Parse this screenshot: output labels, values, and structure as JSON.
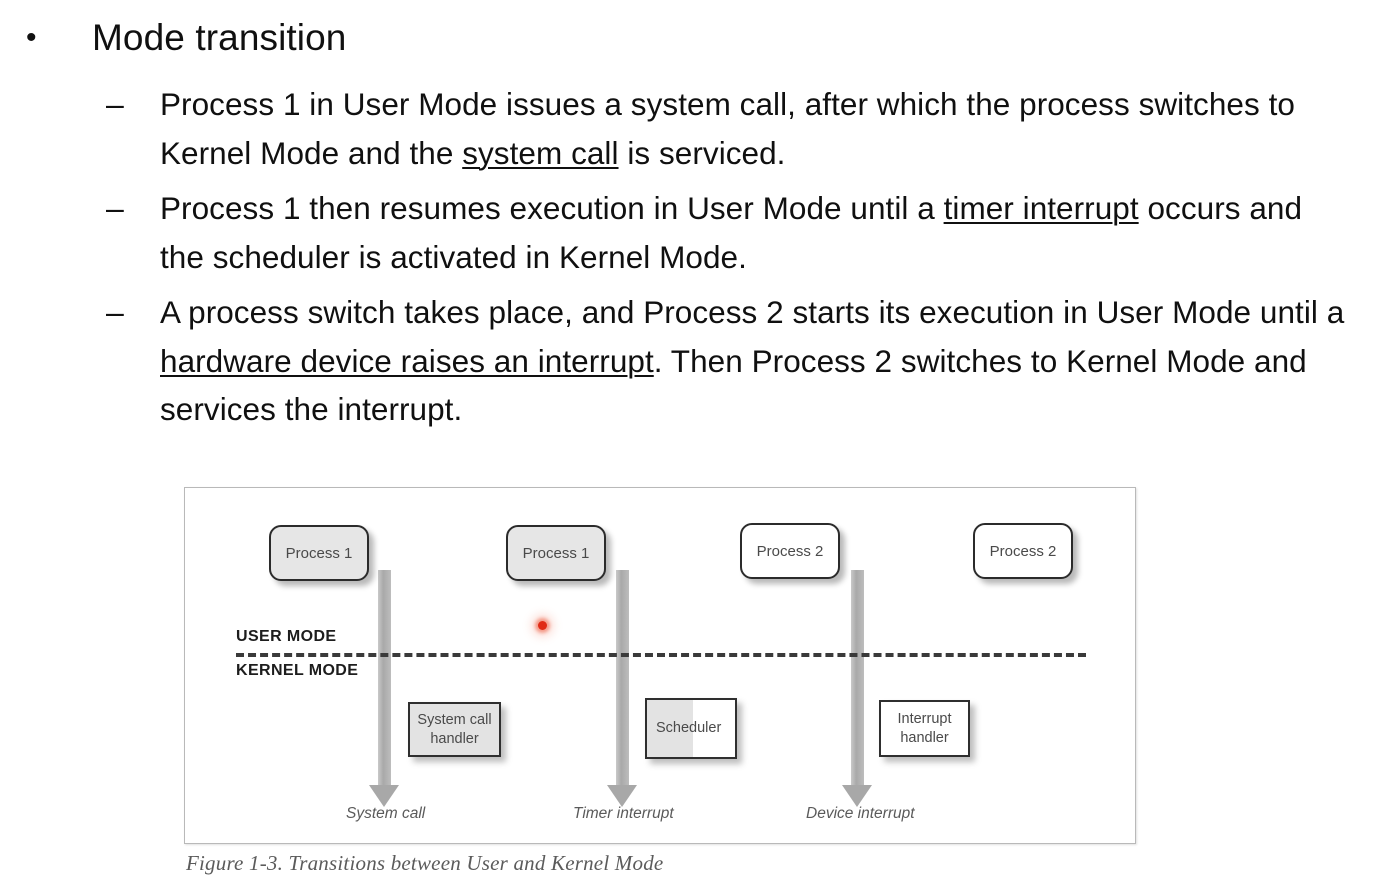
{
  "slide": {
    "title_bullet_marker": "•",
    "title": "Mode transition",
    "sub_marker": "–",
    "bullets": [
      {
        "segments": [
          {
            "text": "Process 1 in User Mode issues a system call, after which the process switches to Kernel Mode and the ",
            "underline": false
          },
          {
            "text": "system call",
            "underline": true
          },
          {
            "text": " is serviced.",
            "underline": false
          }
        ]
      },
      {
        "segments": [
          {
            "text": "Process 1 then resumes execution in User Mode until a ",
            "underline": false
          },
          {
            "text": "timer interrupt",
            "underline": true
          },
          {
            "text": " occurs and the scheduler is activated in Kernel Mode.",
            "underline": false
          }
        ]
      },
      {
        "segments": [
          {
            "text": "A process switch takes place, and Process 2 starts its execution in User Mode until a ",
            "underline": false
          },
          {
            "text": "hardware device raises an interrupt",
            "underline": true
          },
          {
            "text": ". Then Process 2 switches to Kernel Mode and services the interrupt.",
            "underline": false
          }
        ]
      }
    ]
  },
  "figure": {
    "caption": "Figure 1-3. Transitions between User and Kernel Mode",
    "mode_labels": {
      "user": "USER MODE",
      "kernel": "KERNEL MODE"
    },
    "process_boxes": [
      {
        "label": "Process 1",
        "fill": "gray"
      },
      {
        "label": "Process 1",
        "fill": "gray"
      },
      {
        "label": "Process 2",
        "fill": "white"
      },
      {
        "label": "Process 2",
        "fill": "white"
      }
    ],
    "handler_boxes": [
      {
        "label_line1": "System call",
        "label_line2": "handler",
        "fill": "gray"
      },
      {
        "label_line1": "Scheduler",
        "label_line2": "",
        "fill": "half-gray"
      },
      {
        "label_line1": "Interrupt",
        "label_line2": "handler",
        "fill": "white"
      }
    ],
    "arrow_captions": [
      "System call",
      "Timer interrupt",
      "Device interrupt"
    ],
    "pointer_marker": {
      "name": "red-dot-marker",
      "color": "#e02b16"
    },
    "colors": {
      "frame_border": "#b9b9b9",
      "arrow_gray": "#a8a8a8",
      "box_border": "#2b2b2b",
      "box_fill_gray": "#e6e6e6",
      "mode_line": "#3a3a3a"
    }
  }
}
